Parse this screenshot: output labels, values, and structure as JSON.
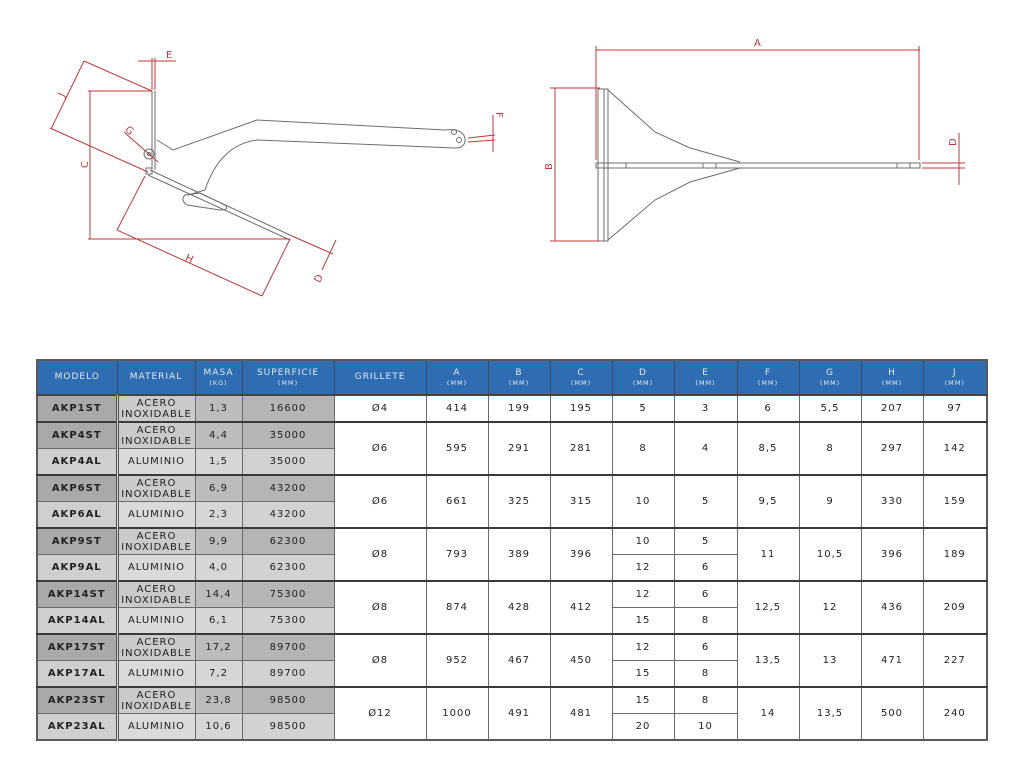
{
  "drawings": {
    "side_view": {
      "labels": {
        "e": "E",
        "j": "J",
        "c": "C",
        "g": "G",
        "h": "H",
        "d": "D",
        "f": "F"
      }
    },
    "top_view": {
      "labels": {
        "a": "A",
        "b": "B",
        "d": "D"
      }
    },
    "dimension_color": "#c0393b",
    "outline_color": "#666666"
  },
  "table": {
    "header_color": "#2f6db3",
    "columns": [
      {
        "label": "MODELO",
        "unit": ""
      },
      {
        "label": "MATERIAL",
        "unit": ""
      },
      {
        "label": "MASA",
        "unit": "(KG)"
      },
      {
        "label": "SUPERFICIE",
        "unit": "(MM)"
      },
      {
        "label": "GRILLETE",
        "unit": ""
      },
      {
        "label": "A",
        "unit": "(MM)"
      },
      {
        "label": "B",
        "unit": "(MM)"
      },
      {
        "label": "C",
        "unit": "(MM)"
      },
      {
        "label": "D",
        "unit": "(MM)"
      },
      {
        "label": "E",
        "unit": "(MM)"
      },
      {
        "label": "F",
        "unit": "(MM)"
      },
      {
        "label": "G",
        "unit": "(MM)"
      },
      {
        "label": "H",
        "unit": "(MM)"
      },
      {
        "label": "J",
        "unit": "(MM)"
      }
    ],
    "groups": [
      {
        "rows": [
          {
            "modelo": "AKP1ST",
            "material_1": "ACERO",
            "material_2": "INOXIDABLE",
            "masa": "1,3",
            "superficie": "16600",
            "d": "5",
            "e": "3"
          }
        ],
        "grillete": "Ø4",
        "a": "414",
        "b": "199",
        "c": "195",
        "f": "6",
        "g": "5,5",
        "h": "207",
        "j": "97"
      },
      {
        "rows": [
          {
            "modelo": "AKP4ST",
            "material_1": "ACERO",
            "material_2": "INOXIDABLE",
            "masa": "4,4",
            "superficie": "35000"
          },
          {
            "modelo": "AKP4AL",
            "material": "ALUMINIO",
            "masa": "1,5",
            "superficie": "35000"
          }
        ],
        "grillete": "Ø6",
        "a": "595",
        "b": "291",
        "c": "281",
        "d": "8",
        "e": "4",
        "f": "8,5",
        "g": "8",
        "h": "297",
        "j": "142"
      },
      {
        "rows": [
          {
            "modelo": "AKP6ST",
            "material_1": "ACERO",
            "material_2": "INOXIDABLE",
            "masa": "6,9",
            "superficie": "43200"
          },
          {
            "modelo": "AKP6AL",
            "material": "ALUMINIO",
            "masa": "2,3",
            "superficie": "43200"
          }
        ],
        "grillete": "Ø6",
        "a": "661",
        "b": "325",
        "c": "315",
        "d": "10",
        "e": "5",
        "f": "9,5",
        "g": "9",
        "h": "330",
        "j": "159"
      },
      {
        "rows": [
          {
            "modelo": "AKP9ST",
            "material_1": "ACERO",
            "material_2": "INOXIDABLE",
            "masa": "9,9",
            "superficie": "62300",
            "d": "10",
            "e": "5"
          },
          {
            "modelo": "AKP9AL",
            "material": "ALUMINIO",
            "masa": "4,0",
            "superficie": "62300",
            "d": "12",
            "e": "6"
          }
        ],
        "grillete": "Ø8",
        "a": "793",
        "b": "389",
        "c": "396",
        "f": "11",
        "g": "10,5",
        "h": "396",
        "j": "189"
      },
      {
        "rows": [
          {
            "modelo": "AKP14ST",
            "material_1": "ACERO",
            "material_2": "INOXIDABLE",
            "masa": "14,4",
            "superficie": "75300",
            "d": "12",
            "e": "6"
          },
          {
            "modelo": "AKP14AL",
            "material": "ALUMINIO",
            "masa": "6,1",
            "superficie": "75300",
            "d": "15",
            "e": "8"
          }
        ],
        "grillete": "Ø8",
        "a": "874",
        "b": "428",
        "c": "412",
        "f": "12,5",
        "g": "12",
        "h": "436",
        "j": "209"
      },
      {
        "rows": [
          {
            "modelo": "AKP17ST",
            "material_1": "ACERO",
            "material_2": "INOXIDABLE",
            "masa": "17,2",
            "superficie": "89700",
            "d": "12",
            "e": "6"
          },
          {
            "modelo": "AKP17AL",
            "material": "ALUMINIO",
            "masa": "7,2",
            "superficie": "89700",
            "d": "15",
            "e": "8"
          }
        ],
        "grillete": "Ø8",
        "a": "952",
        "b": "467",
        "c": "450",
        "f": "13,5",
        "g": "13",
        "h": "471",
        "j": "227"
      },
      {
        "rows": [
          {
            "modelo": "AKP23ST",
            "material_1": "ACERO",
            "material_2": "INOXIDABLE",
            "masa": "23,8",
            "superficie": "98500",
            "d": "15",
            "e": "8"
          },
          {
            "modelo": "AKP23AL",
            "material": "ALUMINIO",
            "masa": "10,6",
            "superficie": "98500",
            "d": "20",
            "e": "10"
          }
        ],
        "grillete": "Ø12",
        "a": "1000",
        "b": "491",
        "c": "481",
        "f": "14",
        "g": "13,5",
        "h": "500",
        "j": "240"
      }
    ]
  }
}
